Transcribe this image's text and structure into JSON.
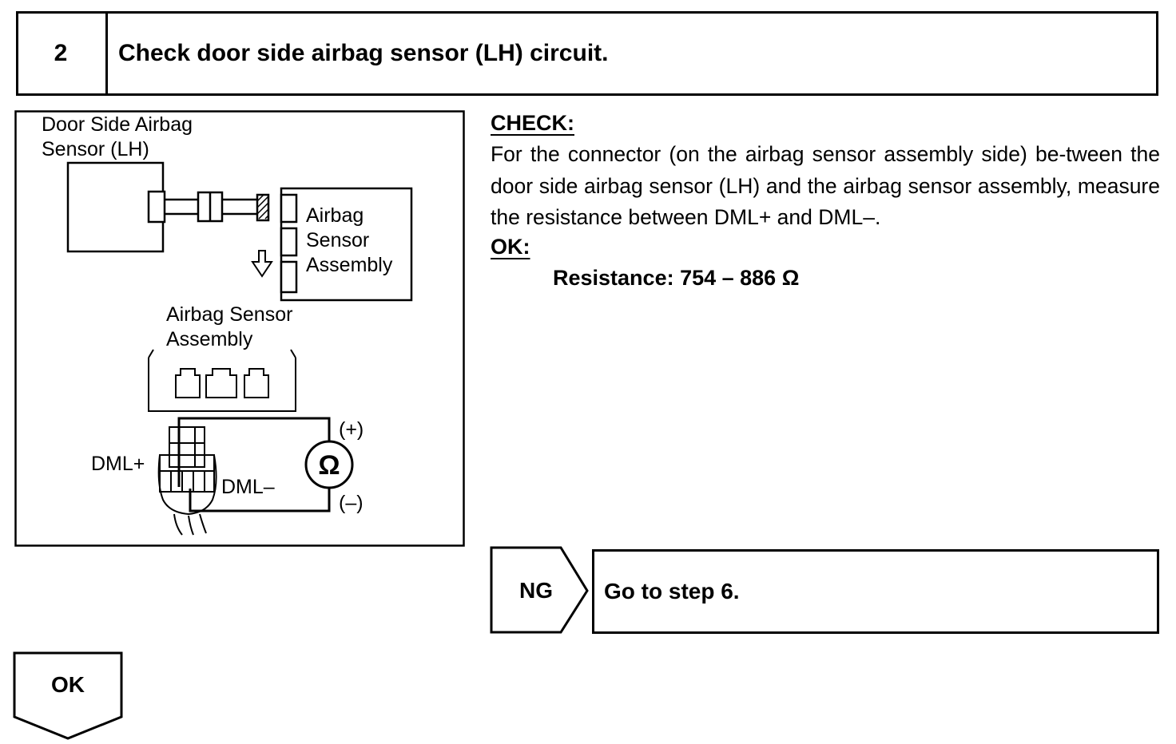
{
  "step": {
    "number": "2",
    "title": "Check door side airbag sensor (LH) circuit."
  },
  "diagram": {
    "door_sensor_label_line1": "Door Side Airbag",
    "door_sensor_label_line2": "Sensor (LH)",
    "assembly_label_line1": "Airbag",
    "assembly_label_line2": "Sensor",
    "assembly_label_line3": "Assembly",
    "connector_label_line1": "Airbag Sensor",
    "connector_label_line2": "Assembly",
    "terminal_plus": "DML+",
    "terminal_minus": "DML–",
    "meter_symbol": "Ω",
    "probe_plus": "(+)",
    "probe_minus": "(–)"
  },
  "check": {
    "heading": "CHECK:",
    "body": "For the connector (on the airbag sensor assembly side) be-tween the door side airbag sensor (LH) and the airbag sensor assembly, measure the resistance between DML+ and DML–.",
    "ok_heading": "OK:",
    "spec": "Resistance: 754 – 886 Ω"
  },
  "flow": {
    "ng_label": "NG",
    "ng_target": "Go to step 6.",
    "ok_label": "OK"
  }
}
